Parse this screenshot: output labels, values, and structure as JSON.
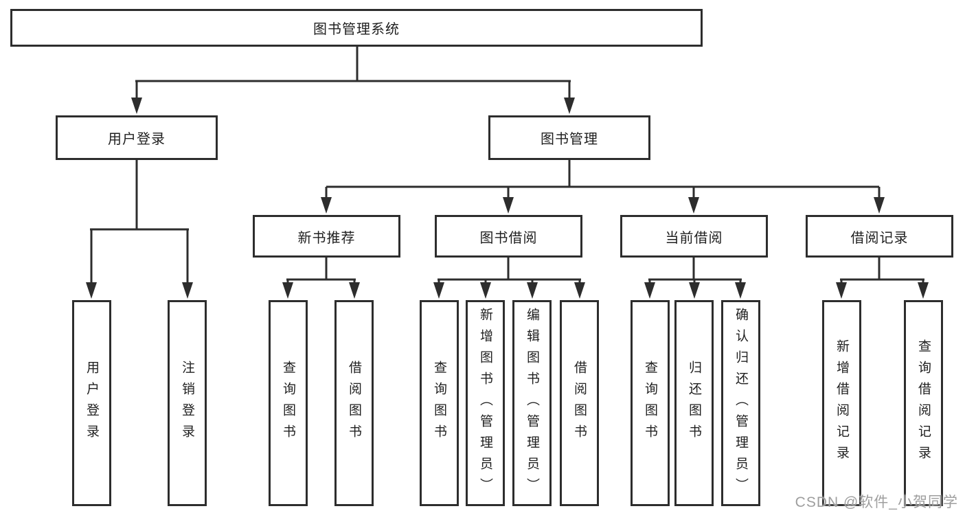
{
  "tree": {
    "root": {
      "label": "图书管理系统"
    },
    "branches": [
      {
        "label": "用户登录",
        "leaves": [
          {
            "label": "用户登录"
          },
          {
            "label": "注销登录"
          }
        ]
      },
      {
        "label": "图书管理",
        "groups": [
          {
            "label": "新书推荐",
            "leaves": [
              {
                "label": "查询图书"
              },
              {
                "label": "借阅图书"
              }
            ]
          },
          {
            "label": "图书借阅",
            "leaves": [
              {
                "label": "查询图书"
              },
              {
                "label": "新增图书（管理员）"
              },
              {
                "label": "编辑图书（管理员）"
              },
              {
                "label": "借阅图书"
              }
            ]
          },
          {
            "label": "当前借阅",
            "leaves": [
              {
                "label": "查询图书"
              },
              {
                "label": "归还图书"
              },
              {
                "label": "确认归还（管理员）"
              }
            ]
          },
          {
            "label": "借阅记录",
            "leaves": [
              {
                "label": "新增借阅记录"
              },
              {
                "label": "查询借阅记录"
              }
            ]
          }
        ]
      }
    ]
  },
  "watermark": {
    "text": "CSDN @软件_小贺同学"
  },
  "colors": {
    "line": "#2d2d2d",
    "node_border": "#2d2d2d",
    "node_fill": "#ffffff",
    "text": "#1f1f1f",
    "watermark": "#9e9e9e"
  }
}
